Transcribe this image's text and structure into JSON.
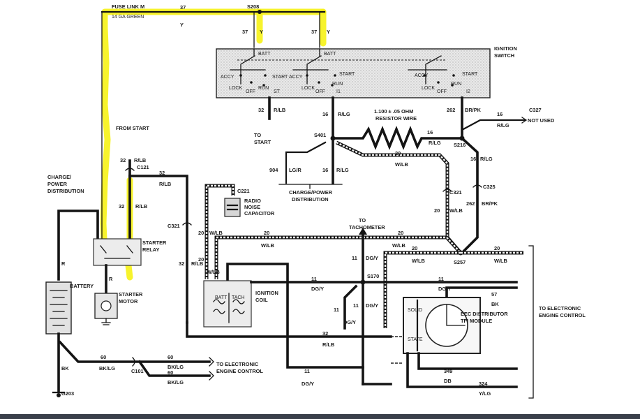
{
  "labels": {
    "fuse_link": "FUSE LINK M",
    "fuse_gauge": "14 GA GREEN",
    "w37_top": "37",
    "y_top": "Y",
    "s208": "S208",
    "w37a": "37",
    "ya": "Y",
    "w37b": "37",
    "yb": "Y",
    "batt1": "BATT",
    "batt2": "BATT",
    "ignition_switch": "IGNITION\nSWITCH",
    "accy1": "ACCY",
    "start1": "START",
    "lock1": "LOCK",
    "off1": "OFF",
    "run1": "RUN",
    "st": "ST",
    "accy2": "ACCY",
    "start2": "START",
    "lock2": "LOCK",
    "off2": "OFF",
    "run2": "RUN",
    "i1": "I1",
    "accy3": "ACCY",
    "start3": "START",
    "lock3": "LOCK",
    "off3": "OFF",
    "run3": "RUN",
    "i2": "I2",
    "w32_rlb": "32",
    "rlb1": "R/LB",
    "w16_rlg": "16",
    "rlg1": "R/LG",
    "resistor_value": "1.100 ± .05 OHM",
    "resistor_wire": "RESISTOR WIRE",
    "w262": "262",
    "brpk1": "BR/PK",
    "w16b": "16",
    "rlg2": "R/LG",
    "c327": "C327",
    "not_used": "NOT USED",
    "to_start": "TO\nSTART",
    "s401": "S401",
    "w16c": "16",
    "rlg3": "R/LG",
    "s216": "S216",
    "w20a": "20",
    "wlb1": "W/LB",
    "w16d": "16",
    "rlg4": "R/LG",
    "w904": "904",
    "lgr": "LG/R",
    "w16e": "16",
    "rlg5": "R/LG",
    "charge_power_dist2": "CHARGE/POWER\nDISTRIBUTION",
    "from_start": "FROM START",
    "w32b": "32",
    "rlb2": "R/LB",
    "c121": "C121",
    "w32c": "32",
    "rlb3": "R/LB",
    "charge_power_dist1": "CHARGE/\nPOWER\nDISTRIBUTION",
    "w32d": "32",
    "rlb4": "R/LB",
    "c221": "C221",
    "radio_noise": "RADIO\nNOISE\nCAPACITOR",
    "c321a": "C321",
    "c325": "C325",
    "w262b": "262",
    "brpk2": "BR/PK",
    "c321b": "C321",
    "w20b": "20",
    "wlb2": "W/LB",
    "to_tachometer": "TO\nTACHOMETER",
    "w20c": "20",
    "wlb3": "W/LB",
    "w20d": "20",
    "wlb4": "W/LB",
    "w20e": "20",
    "wlb5": "W/LB",
    "w20f": "20",
    "wlb6": "W/LB",
    "s257": "S257",
    "w20g": "20",
    "wlb7": "W/LB",
    "w11a": "11",
    "dgy1": "DG/Y",
    "r_label": "R",
    "battery": "BATTERY",
    "starter_relay": "STARTER\nRELAY",
    "r_label2": "R",
    "starter_motor": "STARTER\nMOTOR",
    "w32e": "32",
    "rlb5": "R/LB",
    "w20h": "20",
    "wlb8": "W/LB",
    "batt_term": "BATT",
    "tach_term": "TACH",
    "ignition_coil": "IGNITION\nCOIL",
    "w11b": "11",
    "dgy2": "DG/Y",
    "s170": "S170",
    "w11c": "11",
    "dgy3": "DG/Y",
    "w11d": "11",
    "dgy4": "DG/Y",
    "w11e": "11",
    "dgy5": "DG/Y",
    "w57": "57",
    "bk1": "BK",
    "to_eec": "TO ELECTRONIC\nENGINE CONTROL",
    "solid_state": "SOLID\nSTATE",
    "eec_distributor": "EEC DISTRIBUTOR\nTFI MODULE",
    "w32f": "32",
    "rlb6": "R/LB",
    "w60a": "60",
    "bklg1": "BK/LG",
    "w60b": "60",
    "bklg2": "BK/LG",
    "c101": "C101",
    "w60c": "60",
    "bklg3": "BK/LG",
    "to_eec2": "TO ELECTRONIC\nENGINE CONTROL",
    "bk_label": "BK",
    "w11f": "11",
    "dgy6": "DG/Y",
    "w349": "349",
    "db": "DB",
    "w324": "324",
    "ylg": "Y/LG",
    "g203": "G203"
  },
  "colors": {
    "highlight": "#f6f21a",
    "wire": "#141414",
    "bar": "#3a3f4a"
  }
}
